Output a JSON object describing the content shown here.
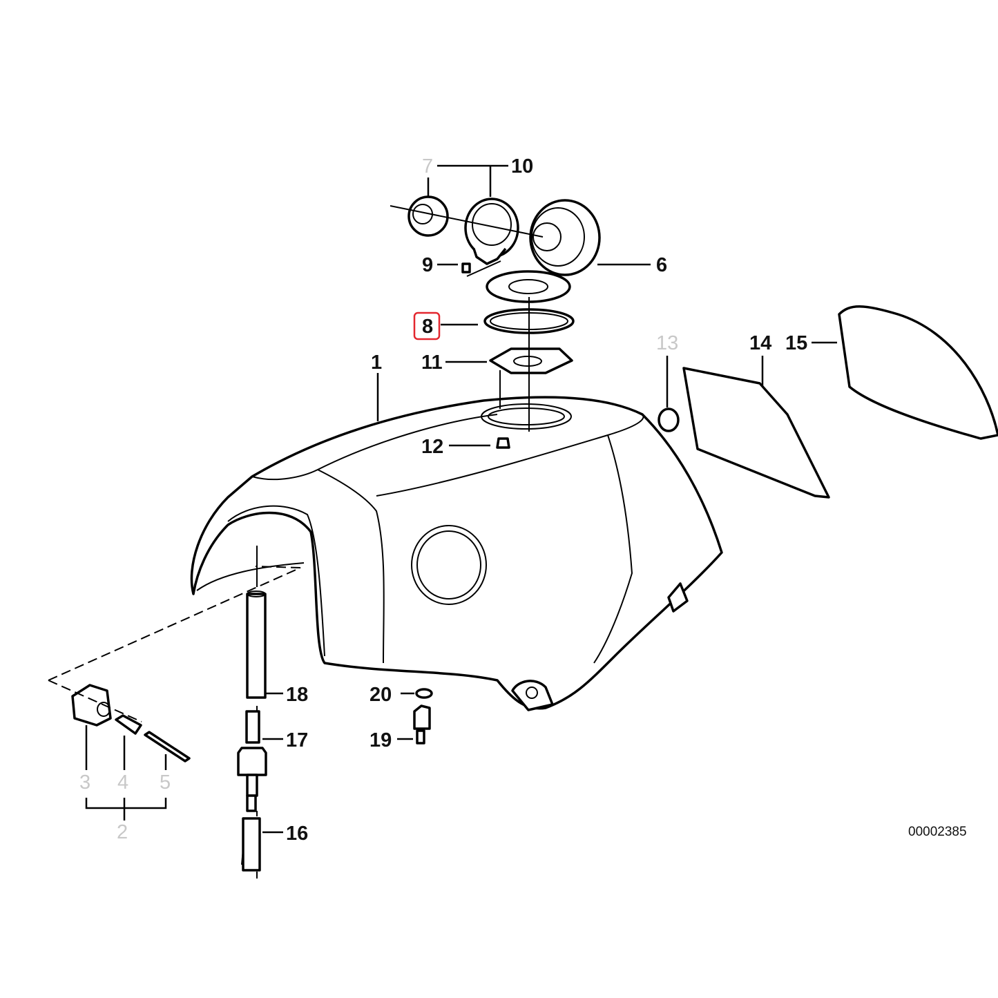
{
  "diagram": {
    "reference": "00002385",
    "highlighted_callout": "8",
    "callouts": {
      "c1": "1",
      "c2": "2",
      "c3": "3",
      "c4": "4",
      "c5": "5",
      "c6": "6",
      "c7": "7",
      "c8": "8",
      "c9": "9",
      "c10": "10",
      "c11": "11",
      "c12": "12",
      "c13": "13",
      "c14": "14",
      "c15": "15",
      "c16": "16",
      "c17": "17",
      "c18": "18",
      "c19": "19",
      "c20": "20"
    },
    "greyed_callouts": [
      "2",
      "3",
      "4",
      "5",
      "7",
      "13"
    ],
    "colors": {
      "line": "#000000",
      "highlight": "#e3262e",
      "greyed_label": "#c8c8c8"
    }
  }
}
